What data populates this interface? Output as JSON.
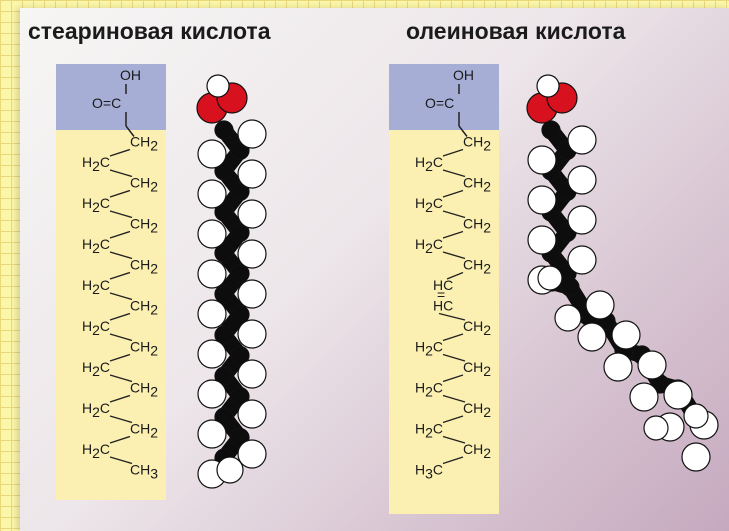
{
  "stearic": {
    "title": "стеариновая кислота",
    "head_oh": "OH",
    "head_carbonyl": "O=C",
    "chain": [
      {
        "side": "right",
        "group": "CH",
        "sub": "2"
      },
      {
        "side": "left",
        "group": "H",
        "sub": "2",
        "tail": "C"
      },
      {
        "side": "right",
        "group": "CH",
        "sub": "2"
      },
      {
        "side": "left",
        "group": "H",
        "sub": "2",
        "tail": "C"
      },
      {
        "side": "right",
        "group": "CH",
        "sub": "2"
      },
      {
        "side": "left",
        "group": "H",
        "sub": "2",
        "tail": "C"
      },
      {
        "side": "right",
        "group": "CH",
        "sub": "2"
      },
      {
        "side": "left",
        "group": "H",
        "sub": "2",
        "tail": "C"
      },
      {
        "side": "right",
        "group": "CH",
        "sub": "2"
      },
      {
        "side": "left",
        "group": "H",
        "sub": "2",
        "tail": "C"
      },
      {
        "side": "right",
        "group": "CH",
        "sub": "2"
      },
      {
        "side": "left",
        "group": "H",
        "sub": "2",
        "tail": "C"
      },
      {
        "side": "right",
        "group": "CH",
        "sub": "2"
      },
      {
        "side": "left",
        "group": "H",
        "sub": "2",
        "tail": "C"
      },
      {
        "side": "right",
        "group": "CH",
        "sub": "2"
      },
      {
        "side": "left",
        "group": "H",
        "sub": "2",
        "tail": "C"
      },
      {
        "side": "right",
        "group": "CH",
        "sub": "3"
      }
    ]
  },
  "oleic": {
    "title": "олеиновая кислота",
    "head_oh": "OH",
    "head_carbonyl": "O=C",
    "double_bond": "=",
    "chain": [
      {
        "side": "right",
        "group": "CH",
        "sub": "2"
      },
      {
        "side": "left",
        "group": "H",
        "sub": "2",
        "tail": "C"
      },
      {
        "side": "right",
        "group": "CH",
        "sub": "2"
      },
      {
        "side": "left",
        "group": "H",
        "sub": "2",
        "tail": "C"
      },
      {
        "side": "right",
        "group": "CH",
        "sub": "2"
      },
      {
        "side": "left",
        "group": "H",
        "sub": "2",
        "tail": "C"
      },
      {
        "side": "right",
        "group": "CH",
        "sub": "2"
      },
      {
        "side": "left",
        "group": "HC",
        "sub": "",
        "tail": ""
      },
      {
        "side": "left",
        "group": "HC",
        "sub": "",
        "tail": ""
      },
      {
        "side": "right",
        "group": "CH",
        "sub": "2"
      },
      {
        "side": "left",
        "group": "H",
        "sub": "2",
        "tail": "C"
      },
      {
        "side": "right",
        "group": "CH",
        "sub": "2"
      },
      {
        "side": "left",
        "group": "H",
        "sub": "2",
        "tail": "C"
      },
      {
        "side": "right",
        "group": "CH",
        "sub": "2"
      },
      {
        "side": "left",
        "group": "H",
        "sub": "2",
        "tail": "C"
      },
      {
        "side": "right",
        "group": "CH",
        "sub": "2"
      },
      {
        "side": "left",
        "group": "H",
        "sub": "3",
        "tail": "C"
      }
    ]
  },
  "colors": {
    "formula_body": "#fbf0b2",
    "formula_head": "#a7aed6",
    "carbon": "#0d0d0d",
    "hydrogen": "#ffffff",
    "oxygen": "#d8111e",
    "bond": "#222222"
  }
}
